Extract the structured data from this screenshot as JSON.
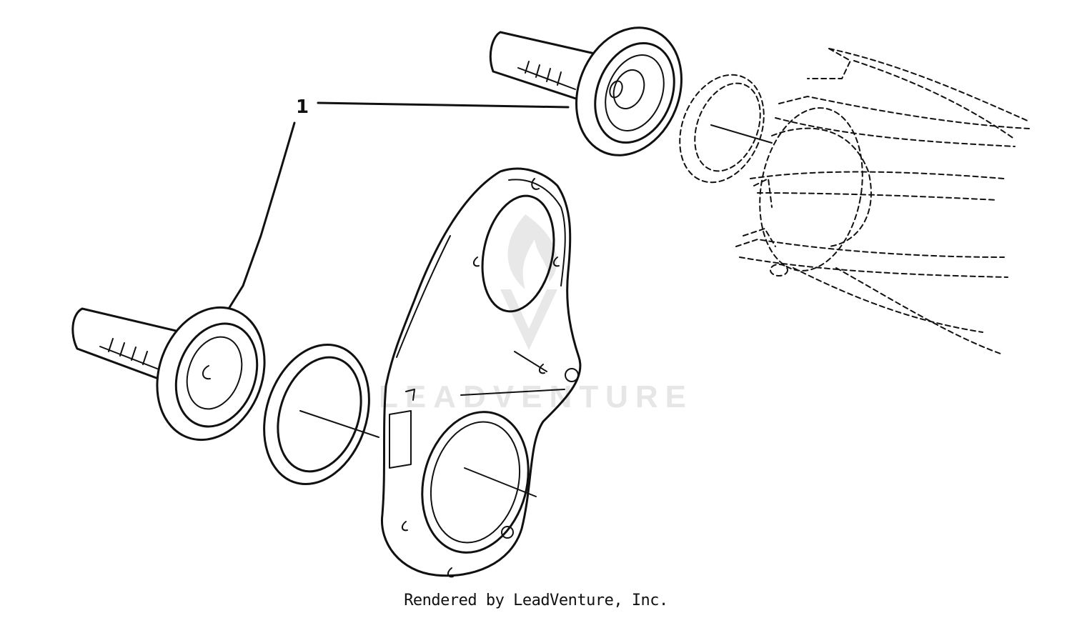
{
  "callout": {
    "label": "1"
  },
  "watermark": {
    "text": "LEADVENTURE"
  },
  "credit": {
    "text": "Rendered by LeadVenture, Inc."
  },
  "colors": {
    "line": "#111111",
    "watermark": "#e6e6e6",
    "background": "#ffffff"
  }
}
